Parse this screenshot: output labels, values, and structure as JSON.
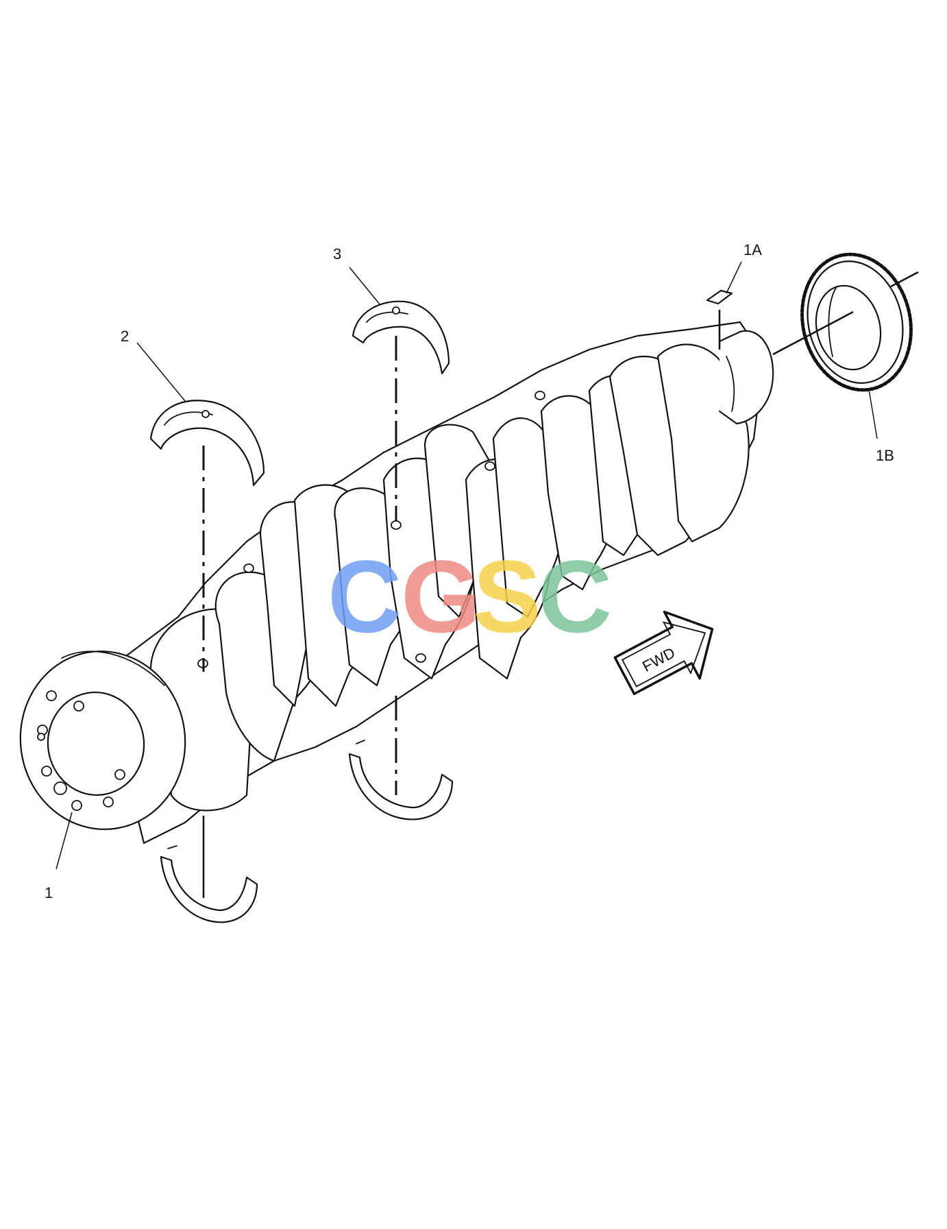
{
  "callouts": {
    "crankshaft": "1",
    "crank_key": "1A",
    "crank_gear": "1B",
    "upper_bearing_thrust": "2",
    "upper_bearing_main": "3"
  },
  "fwd_label": "FWD",
  "watermark": {
    "letters": [
      "C",
      "G",
      "S",
      "C"
    ],
    "colors": [
      "#6f9ff5",
      "#ef8a83",
      "#f6d24a",
      "#7cc49a"
    ]
  }
}
